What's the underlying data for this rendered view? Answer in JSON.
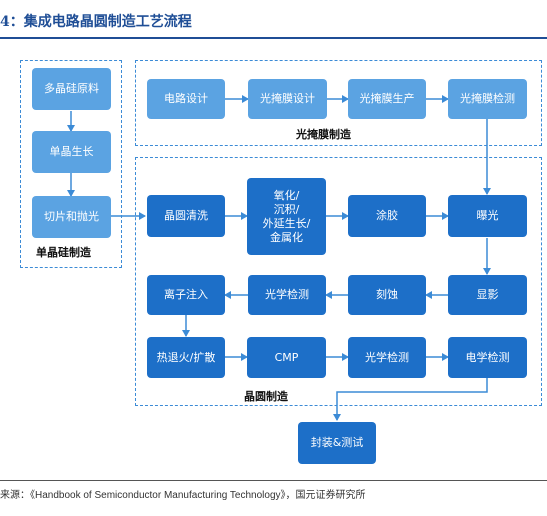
{
  "title": "4：集成电路晶圆制造工艺流程",
  "source": "来源：《Handbook of Semiconductor Manufacturing Technology》，国元证券研究所",
  "regions": {
    "mono_si": "单晶硅制造",
    "photomask": "光掩膜制造",
    "wafer": "晶圆制造"
  },
  "boxes": {
    "poly_si": "多晶硅原料",
    "crystal_growth": "单晶生长",
    "slice_polish": "切片和抛光",
    "circuit_design": "电路设计",
    "mask_design": "光掩膜设计",
    "mask_production": "光掩膜生产",
    "mask_inspection": "光掩膜检测",
    "wafer_clean": "晶圆清洗",
    "deposition": "氧化/\n沉积/\n外延生长/\n金属化",
    "coating": "涂胶",
    "exposure": "曝光",
    "develop": "显影",
    "etch": "刻蚀",
    "optical_inspection_1": "光学检测",
    "ion_implant": "离子注入",
    "anneal_diffusion": "热退火/扩散",
    "cmp": "CMP",
    "optical_inspection_2": "光学检测",
    "electrical_test": "电学检测",
    "package_test": "封装&测试"
  },
  "colors": {
    "title": "#1f4e96",
    "dashed_border": "#3c8bd6",
    "box_light": "#5ba3e2",
    "box_dark": "#1d6fc8",
    "arrow": "#3c8bd6"
  }
}
